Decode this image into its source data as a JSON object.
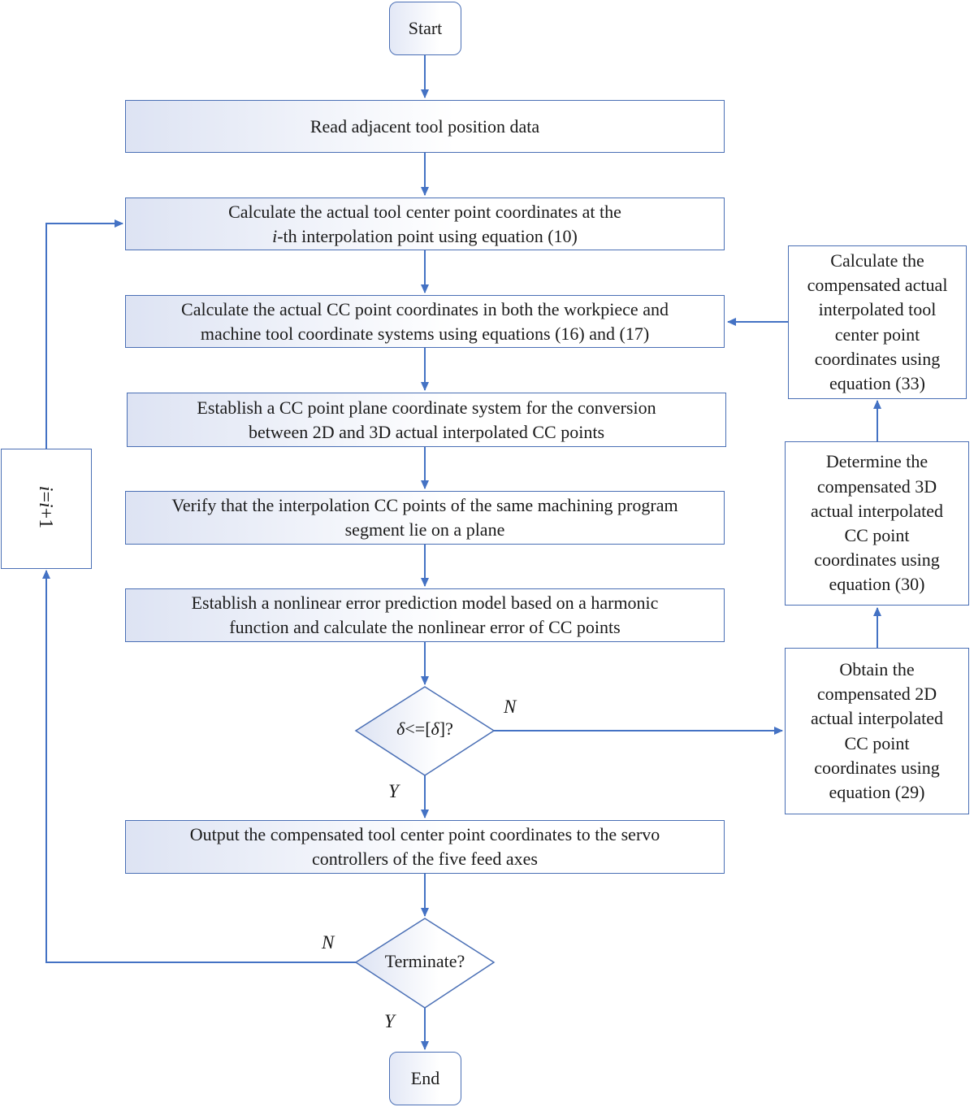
{
  "nodes": {
    "start": "Start",
    "read": "Read adjacent tool position data",
    "calc_tcp_part1": "Calculate the actual tool center point coordinates at the",
    "calc_tcp_i": "i",
    "calc_tcp_part2": "-th interpolation point using equation (10)",
    "calc_cc": "Calculate the actual CC point coordinates in both the workpiece and\nmachine tool coordinate systems using equations (16) and (17)",
    "establish_plane": "Establish a CC point plane coordinate system for the conversion\nbetween 2D and 3D actual interpolated CC points",
    "verify": "Verify that the interpolation CC points of the same machining program\nsegment lie on a plane",
    "model": "Establish a nonlinear error prediction model based on a harmonic\nfunction and calculate the nonlinear error of CC points",
    "decision_error_1": "δ",
    "decision_error_2": "<=[",
    "decision_error_3": "δ",
    "decision_error_4": "]?",
    "output": "Output the compensated tool center point coordinates to the servo\ncontrollers of the five feed axes",
    "terminate": "Terminate?",
    "end": "End",
    "increment_1": "i",
    "increment_2": "=",
    "increment_3": "i",
    "increment_4": "+1",
    "obtain_2d": "Obtain the\ncompensated 2D\nactual interpolated\nCC point\ncoordinates using\nequation (29)",
    "determine_3d": "Determine the\ncompensated 3D\nactual interpolated\nCC point\ncoordinates using\nequation (30)",
    "calc_compensated": "Calculate the\ncompensated actual\ninterpolated tool\ncenter point\ncoordinates using\nequation (33)"
  },
  "edge_labels": {
    "error_no": "N",
    "error_yes": "Y",
    "terminate_no": "N",
    "terminate_yes": "Y"
  },
  "colors": {
    "stroke": "#4a6fb5",
    "arrow": "#4472c4",
    "box_gradient_start": "#dde3f3"
  }
}
